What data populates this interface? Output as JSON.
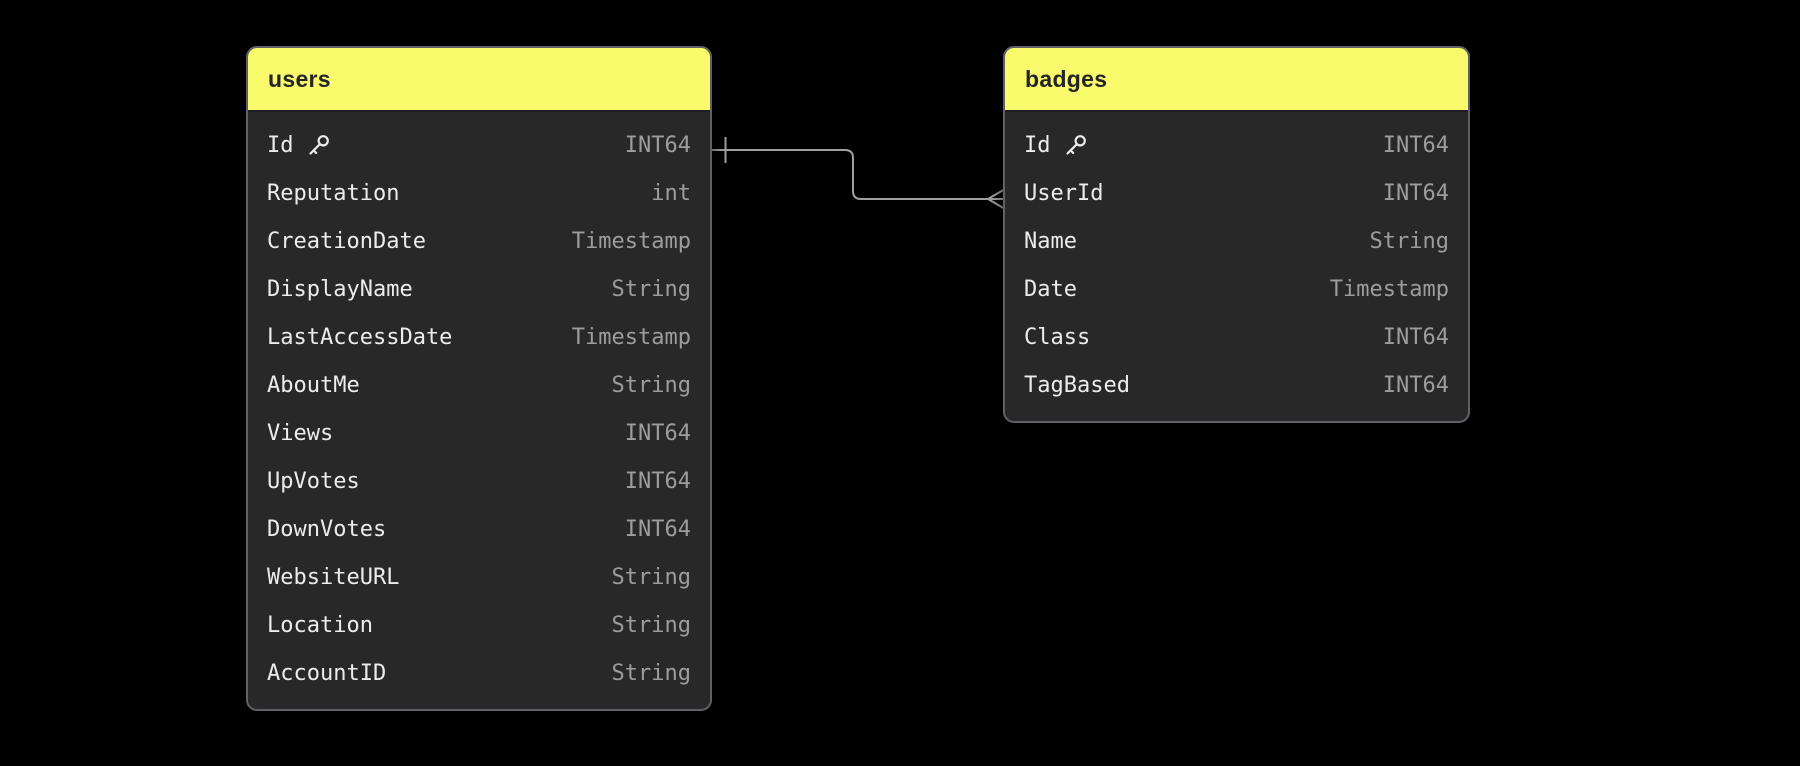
{
  "canvas": {
    "background": "#000000"
  },
  "colors": {
    "header_bg": "#f9fb6d",
    "header_text": "#252525",
    "body_bg": "#282828",
    "border": "#606066",
    "field_name": "#ececec",
    "field_type": "#9d9d9d",
    "connector": "#9f9fa0"
  },
  "tables": [
    {
      "title": "users",
      "fields": [
        {
          "name": "Id",
          "type": "INT64",
          "pk": true
        },
        {
          "name": "Reputation",
          "type": "int"
        },
        {
          "name": "CreationDate",
          "type": "Timestamp"
        },
        {
          "name": "DisplayName",
          "type": "String"
        },
        {
          "name": "LastAccessDate",
          "type": "Timestamp"
        },
        {
          "name": "AboutMe",
          "type": "String"
        },
        {
          "name": "Views",
          "type": "INT64"
        },
        {
          "name": "UpVotes",
          "type": "INT64"
        },
        {
          "name": "DownVotes",
          "type": "INT64"
        },
        {
          "name": "WebsiteURL",
          "type": "String"
        },
        {
          "name": "Location",
          "type": "String"
        },
        {
          "name": "AccountID",
          "type": "String"
        }
      ]
    },
    {
      "title": "badges",
      "fields": [
        {
          "name": "Id",
          "type": "INT64",
          "pk": true
        },
        {
          "name": "UserId",
          "type": "INT64"
        },
        {
          "name": "Name",
          "type": "String"
        },
        {
          "name": "Date",
          "type": "Timestamp"
        },
        {
          "name": "Class",
          "type": "INT64"
        },
        {
          "name": "TagBased",
          "type": "INT64"
        }
      ]
    }
  ],
  "relationship": {
    "from_table": "users",
    "from_field": "Id",
    "to_table": "badges",
    "to_field": "UserId",
    "from_cardinality": "one",
    "to_cardinality": "many"
  }
}
